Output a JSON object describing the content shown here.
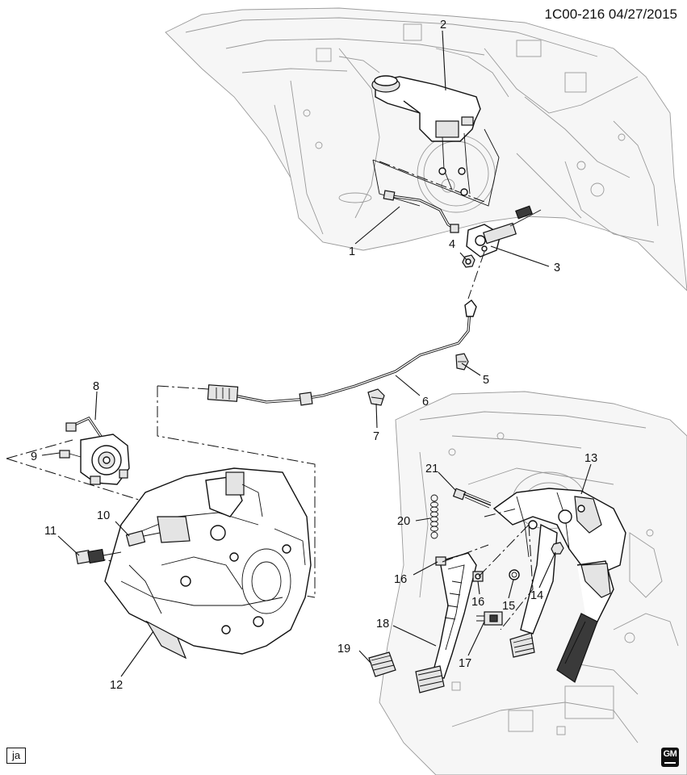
{
  "header": {
    "document_id": "1C00-216  04/27/2015"
  },
  "footer": {
    "sheet_tag": "ja",
    "logo_text": "GM"
  },
  "callouts": [
    {
      "id": "c1",
      "label": "1"
    },
    {
      "id": "c2",
      "label": "2"
    },
    {
      "id": "c3",
      "label": "3"
    },
    {
      "id": "c4",
      "label": "4"
    },
    {
      "id": "c5",
      "label": "5"
    },
    {
      "id": "c6",
      "label": "6"
    },
    {
      "id": "c7",
      "label": "7"
    },
    {
      "id": "c8",
      "label": "8"
    },
    {
      "id": "c9",
      "label": "9"
    },
    {
      "id": "c10",
      "label": "10"
    },
    {
      "id": "c11",
      "label": "11"
    },
    {
      "id": "c12",
      "label": "12"
    },
    {
      "id": "c13",
      "label": "13"
    },
    {
      "id": "c14",
      "label": "14"
    },
    {
      "id": "c15",
      "label": "15"
    },
    {
      "id": "c16a",
      "label": "16"
    },
    {
      "id": "c16b",
      "label": "16"
    },
    {
      "id": "c17",
      "label": "17"
    },
    {
      "id": "c18",
      "label": "18"
    },
    {
      "id": "c19",
      "label": "19"
    },
    {
      "id": "c20",
      "label": "20"
    },
    {
      "id": "c21",
      "label": "21"
    }
  ]
}
